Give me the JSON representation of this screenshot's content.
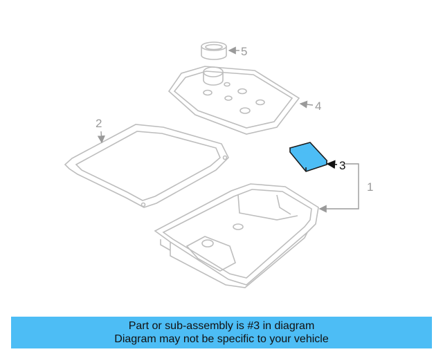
{
  "diagram": {
    "callouts": [
      {
        "id": "1",
        "label": "1",
        "highlighted": false
      },
      {
        "id": "2",
        "label": "2",
        "highlighted": false
      },
      {
        "id": "3",
        "label": "3",
        "highlighted": true
      },
      {
        "id": "4",
        "label": "4",
        "highlighted": false
      },
      {
        "id": "5",
        "label": "5",
        "highlighted": false
      }
    ],
    "colors": {
      "line": "#bdbdbd",
      "highlight_fill": "#4dbdf5",
      "highlight_stroke": "#1a1a1a",
      "callout_text": "#9a9a9a",
      "callout_text_active": "#111111"
    }
  },
  "banner": {
    "line1": "Part or sub-assembly is #3 in diagram",
    "line2": "Diagram may not be specific to your vehicle",
    "background": "#4dbdf5"
  }
}
